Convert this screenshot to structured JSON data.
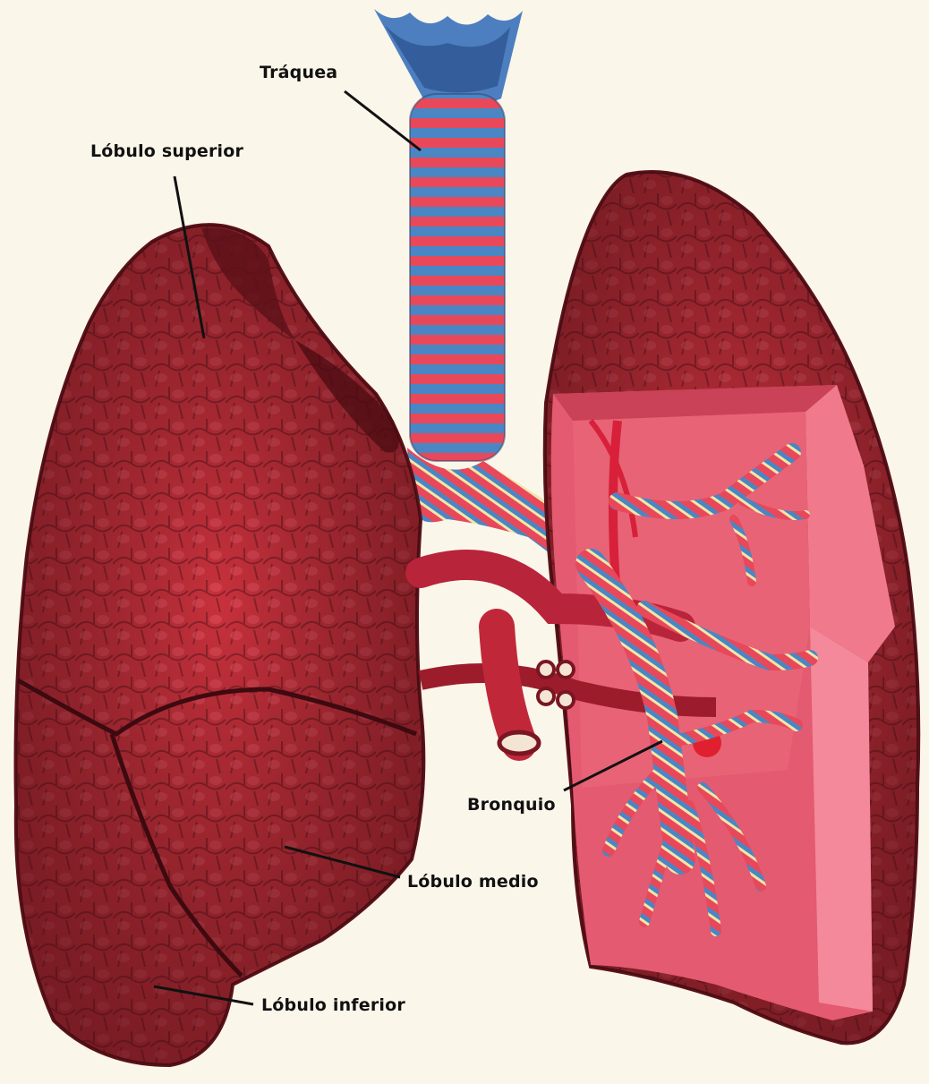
{
  "labels": {
    "trachea": "Tráquea",
    "upper_lobe": "Lóbulo superior",
    "bronchus": "Bronquio",
    "middle_lobe": "Lóbulo medio",
    "lower_lobe": "Lóbulo inferior"
  },
  "colors": {
    "background": "#fbf6ea",
    "lung_tissue": "#c8313c",
    "lung_shadow": "#6e1a22",
    "cut_surface": "#e86a7e",
    "cartilage_blue": "#4a86c4",
    "cartilage_red": "#e8485a",
    "artery": "#c0283a",
    "leader_line": "#111111"
  }
}
